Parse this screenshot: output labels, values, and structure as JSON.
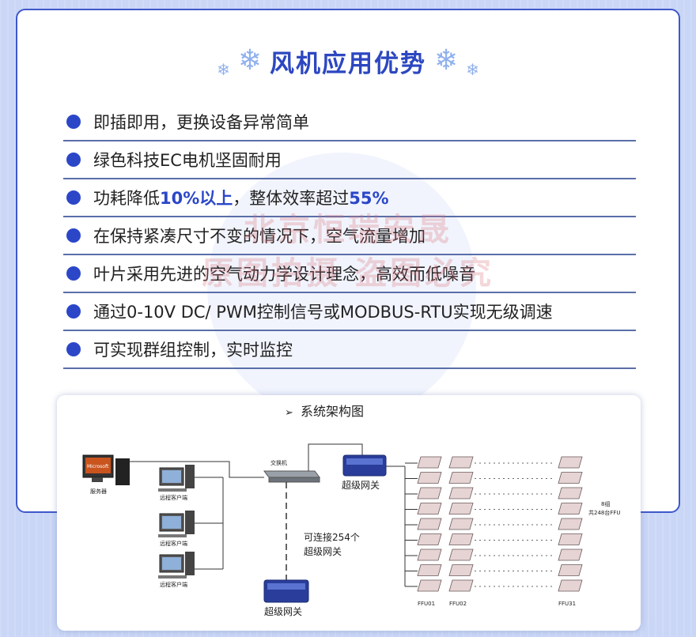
{
  "title": "风机应用优势",
  "features": [
    {
      "parts": [
        {
          "text": "即插即用，更换设备异常简单",
          "hl": false
        }
      ]
    },
    {
      "parts": [
        {
          "text": "绿色科技EC电机坚固耐用",
          "hl": false
        }
      ]
    },
    {
      "parts": [
        {
          "text": "功耗降低",
          "hl": false
        },
        {
          "text": "10%以上",
          "hl": true
        },
        {
          "text": "，整体效率超过",
          "hl": false
        },
        {
          "text": "55%",
          "hl": true
        }
      ]
    },
    {
      "parts": [
        {
          "text": "在保持紧凑尺寸不变的情况下，空气流量增加",
          "hl": false
        }
      ]
    },
    {
      "parts": [
        {
          "text": "叶片采用先进的空气动力学设计理念，高效而低噪音",
          "hl": false
        }
      ]
    },
    {
      "parts": [
        {
          "text": "通过0-10V DC/ PWM控制信号或MODBUS-RTU实现无级调速",
          "hl": false
        }
      ]
    },
    {
      "parts": [
        {
          "text": "可实现群组控制，实时监控",
          "hl": false
        }
      ]
    }
  ],
  "watermark": {
    "line1": "北京恒瑞安晟",
    "line2": "原图拍摄 盗图必究"
  },
  "diagram": {
    "title": "系统架构图",
    "server_label": "服务器",
    "server_screen_text": "Microsoft",
    "client_label": "远程客户端",
    "switch_label": "交换机",
    "gateway_label": "超级网关",
    "connect_note_line1": "可连接254个",
    "connect_note_line2": "超级网关",
    "ffu_labels": [
      "FFU01",
      "FFU02",
      "FFU31"
    ],
    "group_note_line1": "8组",
    "group_note_line2": "共248台FFU"
  },
  "colors": {
    "accent": "#2b47c8",
    "border": "#3f58c9",
    "background": "#c9d6f6"
  }
}
